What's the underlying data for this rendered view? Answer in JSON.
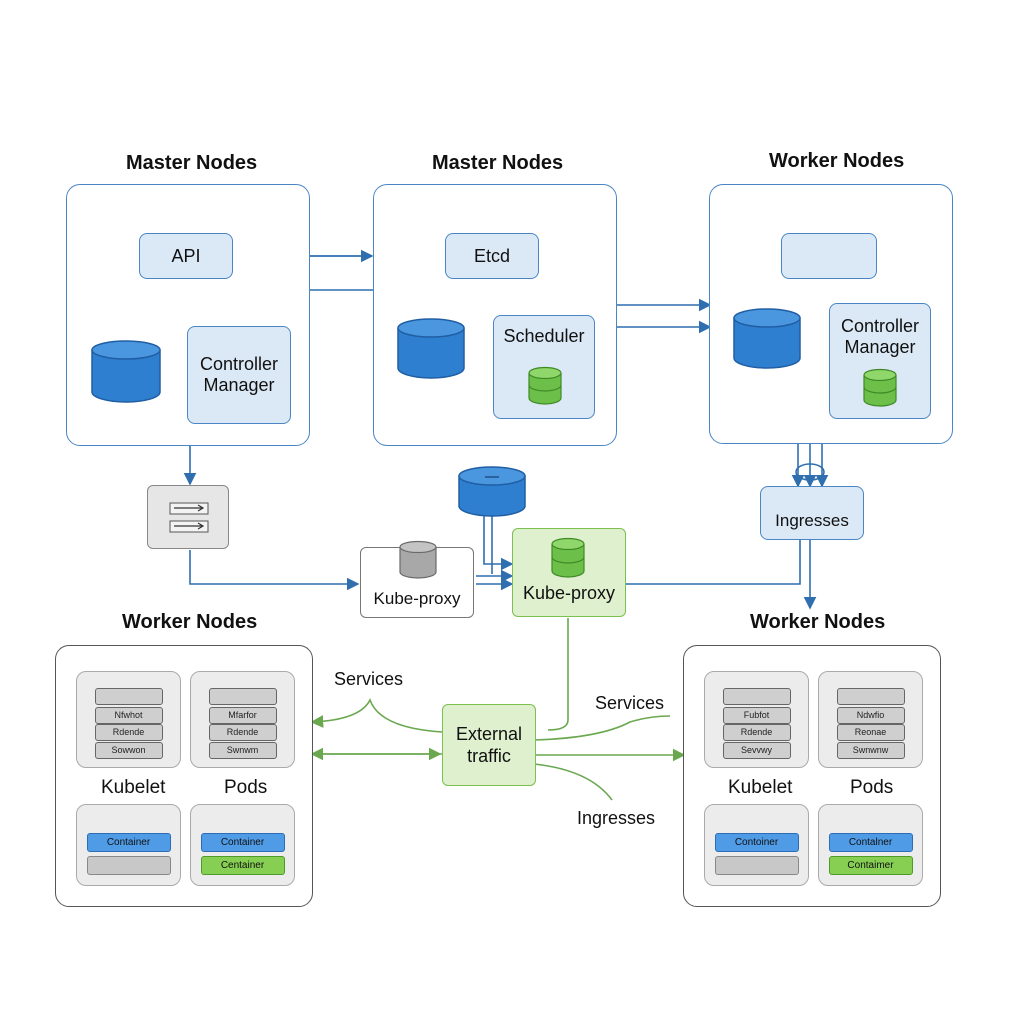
{
  "titles": {
    "master1": "Master Nodes",
    "master2": "Master Nodes",
    "worker_top": "Worker Nodes",
    "worker_left": "Worker Nodes",
    "worker_right": "Worker Nodes"
  },
  "master1": {
    "api": "API",
    "controller_manager": "Controller\nManager"
  },
  "master2": {
    "etcd": "Etcd",
    "scheduler": "Scheduler"
  },
  "worker_top": {
    "controller_manager": "Controller\nManager"
  },
  "middle": {
    "kube_proxy_white": "Kube-proxy",
    "kube_proxy_green": "Kube-proxy",
    "ingresses_box": "Ingresses",
    "external_traffic": "External\ntraffic"
  },
  "edge_labels": {
    "services_left": "Services",
    "services_right": "Services",
    "ingresses_bottom": "Ingresses"
  },
  "worker_left": {
    "pod1_bars": [
      "Nfwhot",
      "Rdende",
      "Sowwon"
    ],
    "pod2_bars": [
      "Mfarfor",
      "Rdende",
      "Swnwm"
    ],
    "kubelet": "Kubelet",
    "pods": "Pods",
    "pod3_containers": [
      "Container",
      ""
    ],
    "pod4_containers": [
      "Container",
      "Centainer"
    ]
  },
  "worker_right": {
    "pod1_bars": [
      "Fubfot",
      "Rdende",
      "Sevvwy"
    ],
    "pod2_bars": [
      "Ndwfio",
      "Reonae",
      "Swnwnw"
    ],
    "kubelet": "Kubelet",
    "pods": "Pods",
    "pod3_containers": [
      "Contoiner",
      ""
    ],
    "pod4_containers": [
      "Contalner",
      "Contaimer"
    ]
  },
  "colors": {
    "blue_line": "#2f6fb0",
    "green_line": "#6aa84f",
    "cylinder_blue": "#2f7fd1",
    "cylinder_green": "#6cc04a"
  }
}
